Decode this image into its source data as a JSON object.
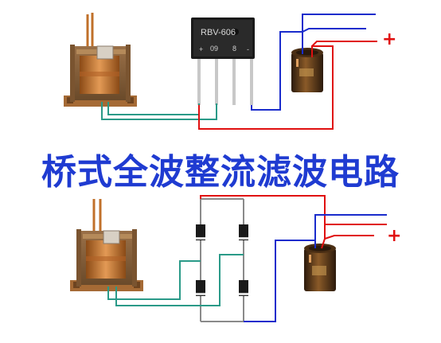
{
  "title": "桥式全波整流滤波电路",
  "bridge_label": "RBV-606",
  "bridge_code_left": "09",
  "bridge_code_right": "8",
  "plus_top": "+",
  "plus_bottom": "+",
  "colors": {
    "title": "#1f3bd1",
    "wire_red": "#e01010",
    "wire_blue": "#1a2ccc",
    "wire_green": "#2a9a88",
    "copper": "#c0702a",
    "capacitor": "#5a3a1c"
  },
  "icons": [
    "transformer-icon",
    "bridge-rectifier-icon",
    "diode-icon",
    "capacitor-icon"
  ]
}
